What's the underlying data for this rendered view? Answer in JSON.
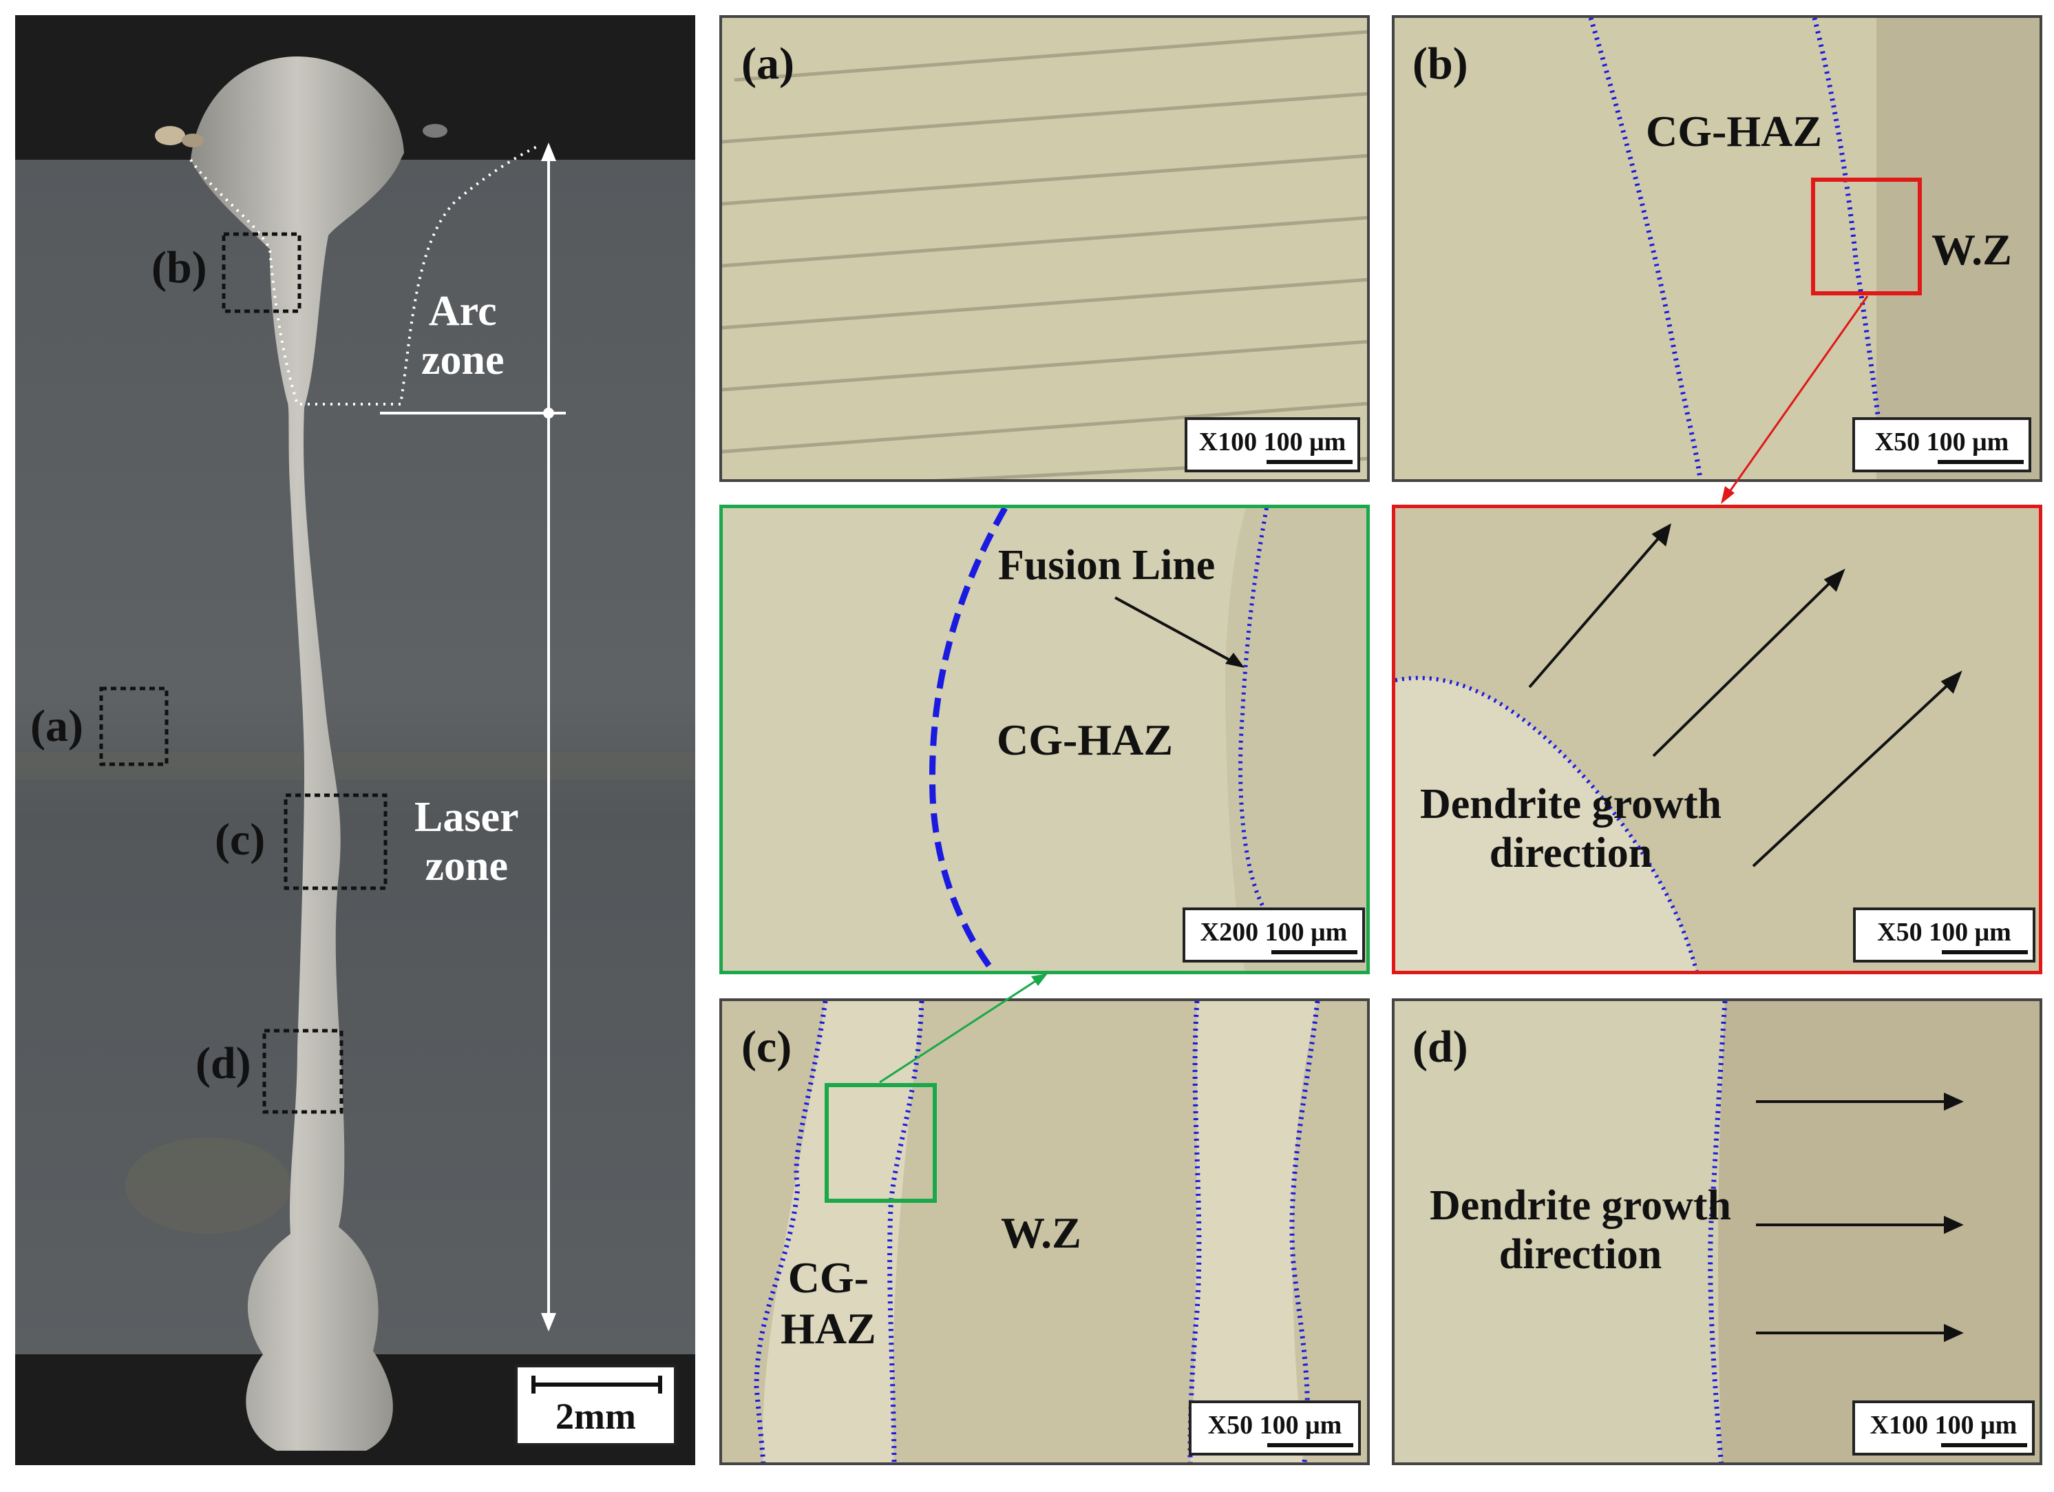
{
  "macro": {
    "labels": {
      "a": "(a)",
      "b": "(b)",
      "c": "(c)",
      "d": "(d)"
    },
    "arc_zone": [
      "Arc",
      "zone"
    ],
    "laser_zone": [
      "Laser",
      "zone"
    ],
    "scale_bar": "2mm"
  },
  "panels": {
    "a": {
      "label": "(a)",
      "scale": "X100 100 μm"
    },
    "b": {
      "label": "(b)",
      "scale": "X50 100 μm",
      "zone_left": "CG-HAZ",
      "zone_right": "W.Z"
    },
    "fusion": {
      "scale": "X200 100 μm",
      "fusion_line": "Fusion Line",
      "zone": "CG-HAZ"
    },
    "dendrite_b": {
      "scale": "X50 100 μm",
      "text": [
        "Dendrite growth",
        "direction"
      ]
    },
    "c": {
      "label": "(c)",
      "scale": "X50 100 μm",
      "zone_left": [
        "CG-",
        "HAZ"
      ],
      "zone_mid": "W.Z"
    },
    "d": {
      "label": "(d)",
      "scale": "X100 100 μm",
      "text": [
        "Dendrite growth",
        "direction"
      ]
    }
  },
  "colors": {
    "fusion_boundary": "#1a1ae0",
    "highlight_red": "#e01818",
    "highlight_green": "#1aa84a",
    "macro_bg": "#5a5d60",
    "micro_bg": "#cdc8a8"
  }
}
